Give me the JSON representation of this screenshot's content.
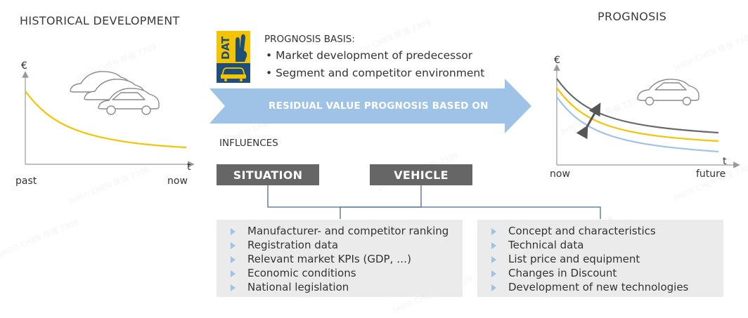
{
  "historical": {
    "title": "HISTORICAL DEVELOPMENT",
    "y_label": "€",
    "x_label": "t",
    "start_label": "past",
    "end_label": "now"
  },
  "prognosis": {
    "title": "PROGNOSIS",
    "y_label": "€",
    "x_label": "t",
    "start_label": "now",
    "end_label": "future"
  },
  "logo": {
    "text": "DAT"
  },
  "basis": {
    "title": "PROGNOSIS BASIS:",
    "items": [
      "• Market development of predecessor",
      "• Segment and competitor environment"
    ]
  },
  "arrow": {
    "label": "RESIDUAL VALUE PROGNOSIS BASED ON"
  },
  "influences": {
    "title": "INFLUENCES",
    "situation": {
      "label": "SITUATION",
      "items": [
        "Manufacturer- and competitor ranking",
        "Registration data",
        "Relevant market KPIs (GDP, …)",
        "Economic conditions",
        "National legislation"
      ]
    },
    "vehicle": {
      "label": "VEHICLE",
      "items": [
        "Concept and characteristics",
        "Technical data",
        "List price and equipment",
        "Changes in Discount",
        "Development of new technologies"
      ]
    }
  },
  "watermark": {
    "text": "Justin CHEN 陈强 7309"
  },
  "colors": {
    "curve_yellow": "#f5c400",
    "curve_gray": "#6b6b6b",
    "curve_blue": "#9ec3e6",
    "arrow_blue": "#9ec3e6",
    "box_dark": "#666666",
    "panel_bg": "#ebebeb",
    "logo_yellow": "#f5c400",
    "logo_blue": "#1f4e79"
  }
}
